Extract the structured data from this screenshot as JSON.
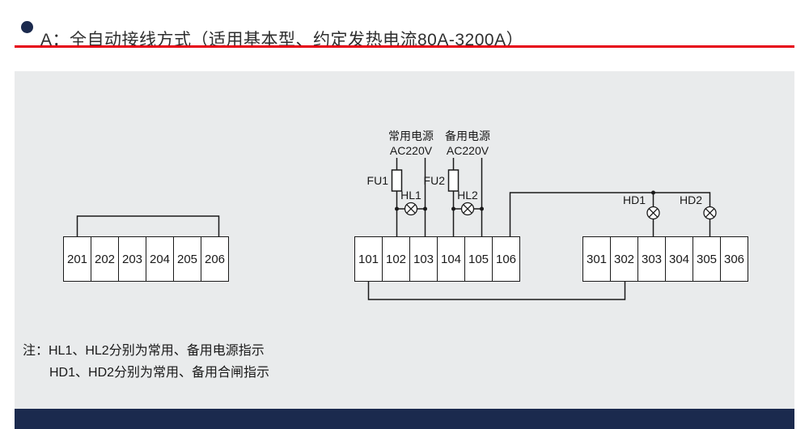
{
  "header": {
    "title": "A：全自动接线方式（适用基本型、约定发热电流80A-3200A）"
  },
  "diagram": {
    "power_sources": [
      {
        "label": "常用电源",
        "voltage": "AC220V"
      },
      {
        "label": "备用电源",
        "voltage": "AC220V"
      }
    ],
    "fuse_labels": {
      "fu1": "FU1",
      "fu2": "FU2"
    },
    "lamp_labels": {
      "hl1": "HL1",
      "hl2": "HL2",
      "hd1": "HD1",
      "hd2": "HD2"
    },
    "terminal_blocks": {
      "left": {
        "cells": [
          "201",
          "202",
          "203",
          "204",
          "205",
          "206"
        ]
      },
      "middle": {
        "cells": [
          "101",
          "102",
          "103",
          "104",
          "105",
          "106"
        ]
      },
      "right": {
        "cells": [
          "301",
          "302",
          "303",
          "304",
          "305",
          "306"
        ]
      }
    }
  },
  "notes": {
    "line1": "注：HL1、HL2分别为常用、备用电源指示",
    "line2": "HD1、HD2分别为常用、备用合闸指示"
  },
  "colors": {
    "accent_red": "#e60012",
    "navy": "#1b2a4e",
    "panel_bg": "#e9ebec",
    "wire": "#1a1a1a"
  }
}
